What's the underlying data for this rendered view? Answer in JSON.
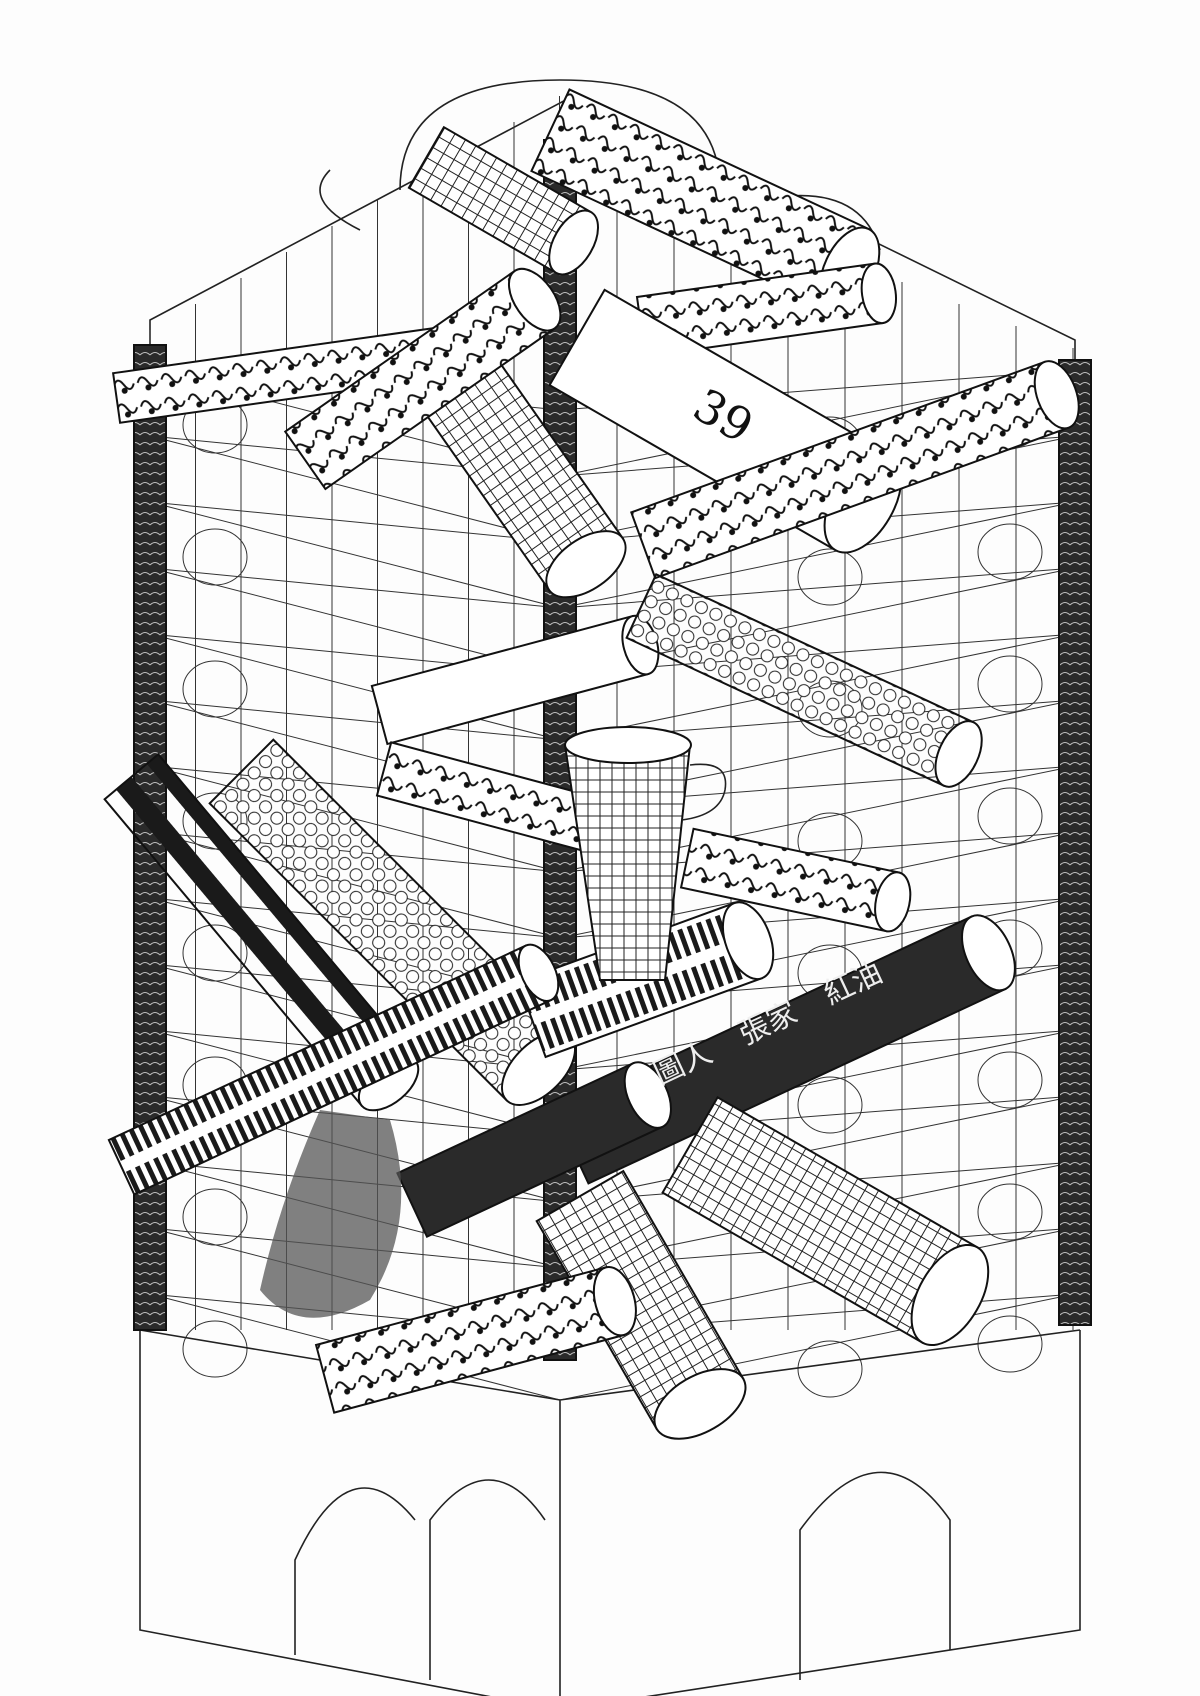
{
  "artwork": {
    "tube_number_label": "39",
    "tube_characters_top": "紅油",
    "tube_characters_middle": "張家",
    "tube_characters_bottom": "圖人"
  },
  "colors": {
    "ink": "#1a1a1a",
    "paper": "#fdfdfd",
    "shade": "#555555"
  }
}
